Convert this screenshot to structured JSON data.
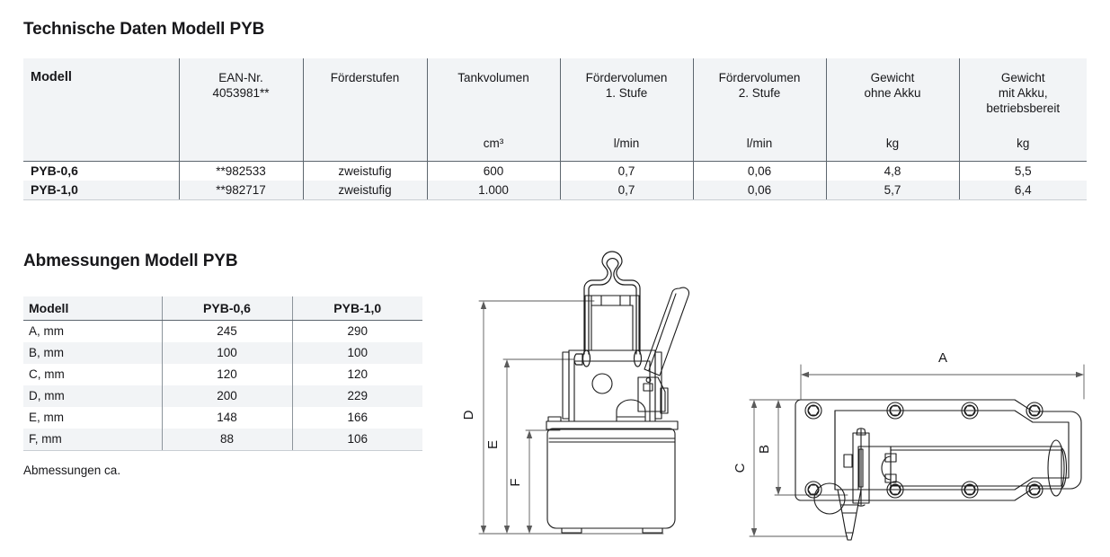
{
  "specs": {
    "heading": "Technische Daten Modell PYB",
    "columns": [
      {
        "main": "Modell",
        "sub": "",
        "unit": ""
      },
      {
        "main": "EAN-Nr.",
        "sub": "4053981**",
        "unit": ""
      },
      {
        "main": "Förderstufen",
        "sub": "",
        "unit": ""
      },
      {
        "main": "Tankvolumen",
        "sub": "",
        "unit": "cm³"
      },
      {
        "main": "Fördervolumen",
        "sub": "1. Stufe",
        "unit": "l/min"
      },
      {
        "main": "Fördervolumen",
        "sub": "2. Stufe",
        "unit": "l/min"
      },
      {
        "main": "Gewicht",
        "sub": "ohne Akku",
        "unit": "kg"
      },
      {
        "main": "Gewicht",
        "sub": "mit Akku,",
        "sub2": "betriebsbereit",
        "unit": "kg"
      }
    ],
    "rows": [
      {
        "model": "PYB-0,6",
        "ean": "**982533",
        "stages": "zweistufig",
        "tank_volume": "600",
        "flow_stage1": "0,7",
        "flow_stage2": "0,06",
        "weight_no_battery": "4,8",
        "weight_with_battery": "5,5"
      },
      {
        "model": "PYB-1,0",
        "ean": "**982717",
        "stages": "zweistufig",
        "tank_volume": "1.000",
        "flow_stage1": "0,7",
        "flow_stage2": "0,06",
        "weight_no_battery": "5,7",
        "weight_with_battery": "6,4"
      }
    ]
  },
  "dimensions": {
    "heading": "Abmessungen Modell PYB",
    "columns": [
      "Modell",
      "PYB-0,6",
      "PYB-1,0"
    ],
    "rows": [
      {
        "label": "A, mm",
        "pyb06": "245",
        "pyb10": "290"
      },
      {
        "label": "B, mm",
        "pyb06": "100",
        "pyb10": "100"
      },
      {
        "label": "C, mm",
        "pyb06": "120",
        "pyb10": "120"
      },
      {
        "label": "D, mm",
        "pyb06": "200",
        "pyb10": "229"
      },
      {
        "label": "E, mm",
        "pyb06": "148",
        "pyb10": "166"
      },
      {
        "label": "F, mm",
        "pyb06": "88",
        "pyb10": "106"
      }
    ],
    "note": "Abmessungen ca."
  },
  "drawings": {
    "side_view": {
      "name": "side-view-hydraulic-pump",
      "dimension_labels": [
        "D",
        "E",
        "F"
      ]
    },
    "top_view": {
      "name": "top-view-hydraulic-pump",
      "dimension_labels": [
        "A",
        "B",
        "C"
      ]
    }
  },
  "colors": {
    "text": "#17171a",
    "header_band": "#f2f4f6",
    "rule_strong": "#5d666e",
    "rule_light": "#c9ced3",
    "drawing_line": "#1a1a1a"
  }
}
